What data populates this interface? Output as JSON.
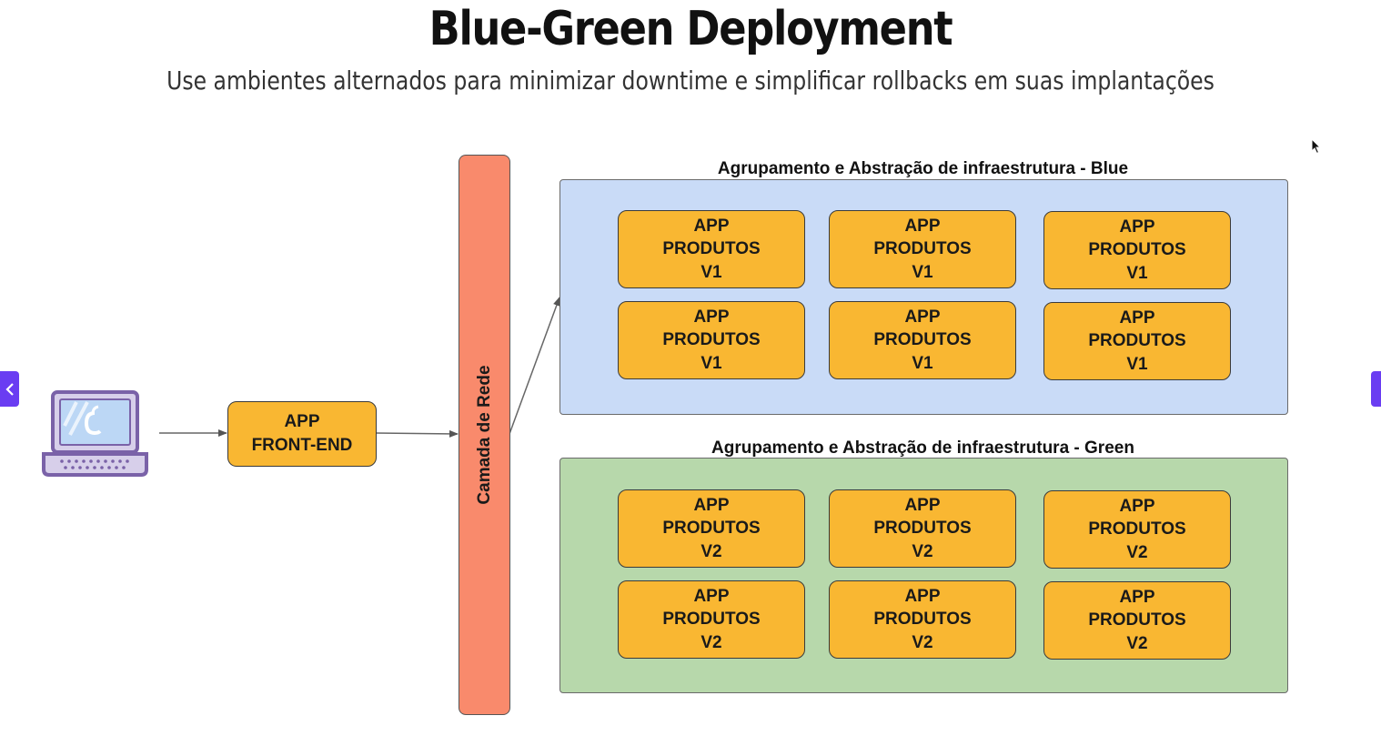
{
  "header": {
    "title": "Blue-Green Deployment",
    "subtitle": "Use ambientes alternados para minimizar downtime e simplificar rollbacks em suas implantações"
  },
  "nav": {
    "prev_icon": "chevron-left-icon",
    "next_icon": "chevron-right-icon",
    "accent": "#6a3df2"
  },
  "client": {
    "icon": "laptop-icon"
  },
  "frontend": {
    "line1": "APP",
    "line2": "FRONT-END"
  },
  "network": {
    "label": "Camada de Rede",
    "color": "#f98a6c"
  },
  "groups": {
    "blue": {
      "title": "Agrupamento e Abstração de infraestrutura - Blue",
      "color": "#c9dbf7",
      "apps": [
        {
          "line1": "APP",
          "line2": "PRODUTOS",
          "line3": "V1"
        },
        {
          "line1": "APP",
          "line2": "PRODUTOS",
          "line3": "V1"
        },
        {
          "line1": "APP",
          "line2": "PRODUTOS",
          "line3": "V1"
        },
        {
          "line1": "APP",
          "line2": "PRODUTOS",
          "line3": "V1"
        },
        {
          "line1": "APP",
          "line2": "PRODUTOS",
          "line3": "V1"
        },
        {
          "line1": "APP",
          "line2": "PRODUTOS",
          "line3": "V1"
        }
      ]
    },
    "green": {
      "title": "Agrupamento e Abstração de infraestrutura - Green",
      "color": "#b7d8ab",
      "apps": [
        {
          "line1": "APP",
          "line2": "PRODUTOS",
          "line3": "V2"
        },
        {
          "line1": "APP",
          "line2": "PRODUTOS",
          "line3": "V2"
        },
        {
          "line1": "APP",
          "line2": "PRODUTOS",
          "line3": "V2"
        },
        {
          "line1": "APP",
          "line2": "PRODUTOS",
          "line3": "V2"
        },
        {
          "line1": "APP",
          "line2": "PRODUTOS",
          "line3": "V2"
        },
        {
          "line1": "APP",
          "line2": "PRODUTOS",
          "line3": "V2"
        }
      ]
    }
  },
  "colors": {
    "app_box": "#f9b732"
  }
}
